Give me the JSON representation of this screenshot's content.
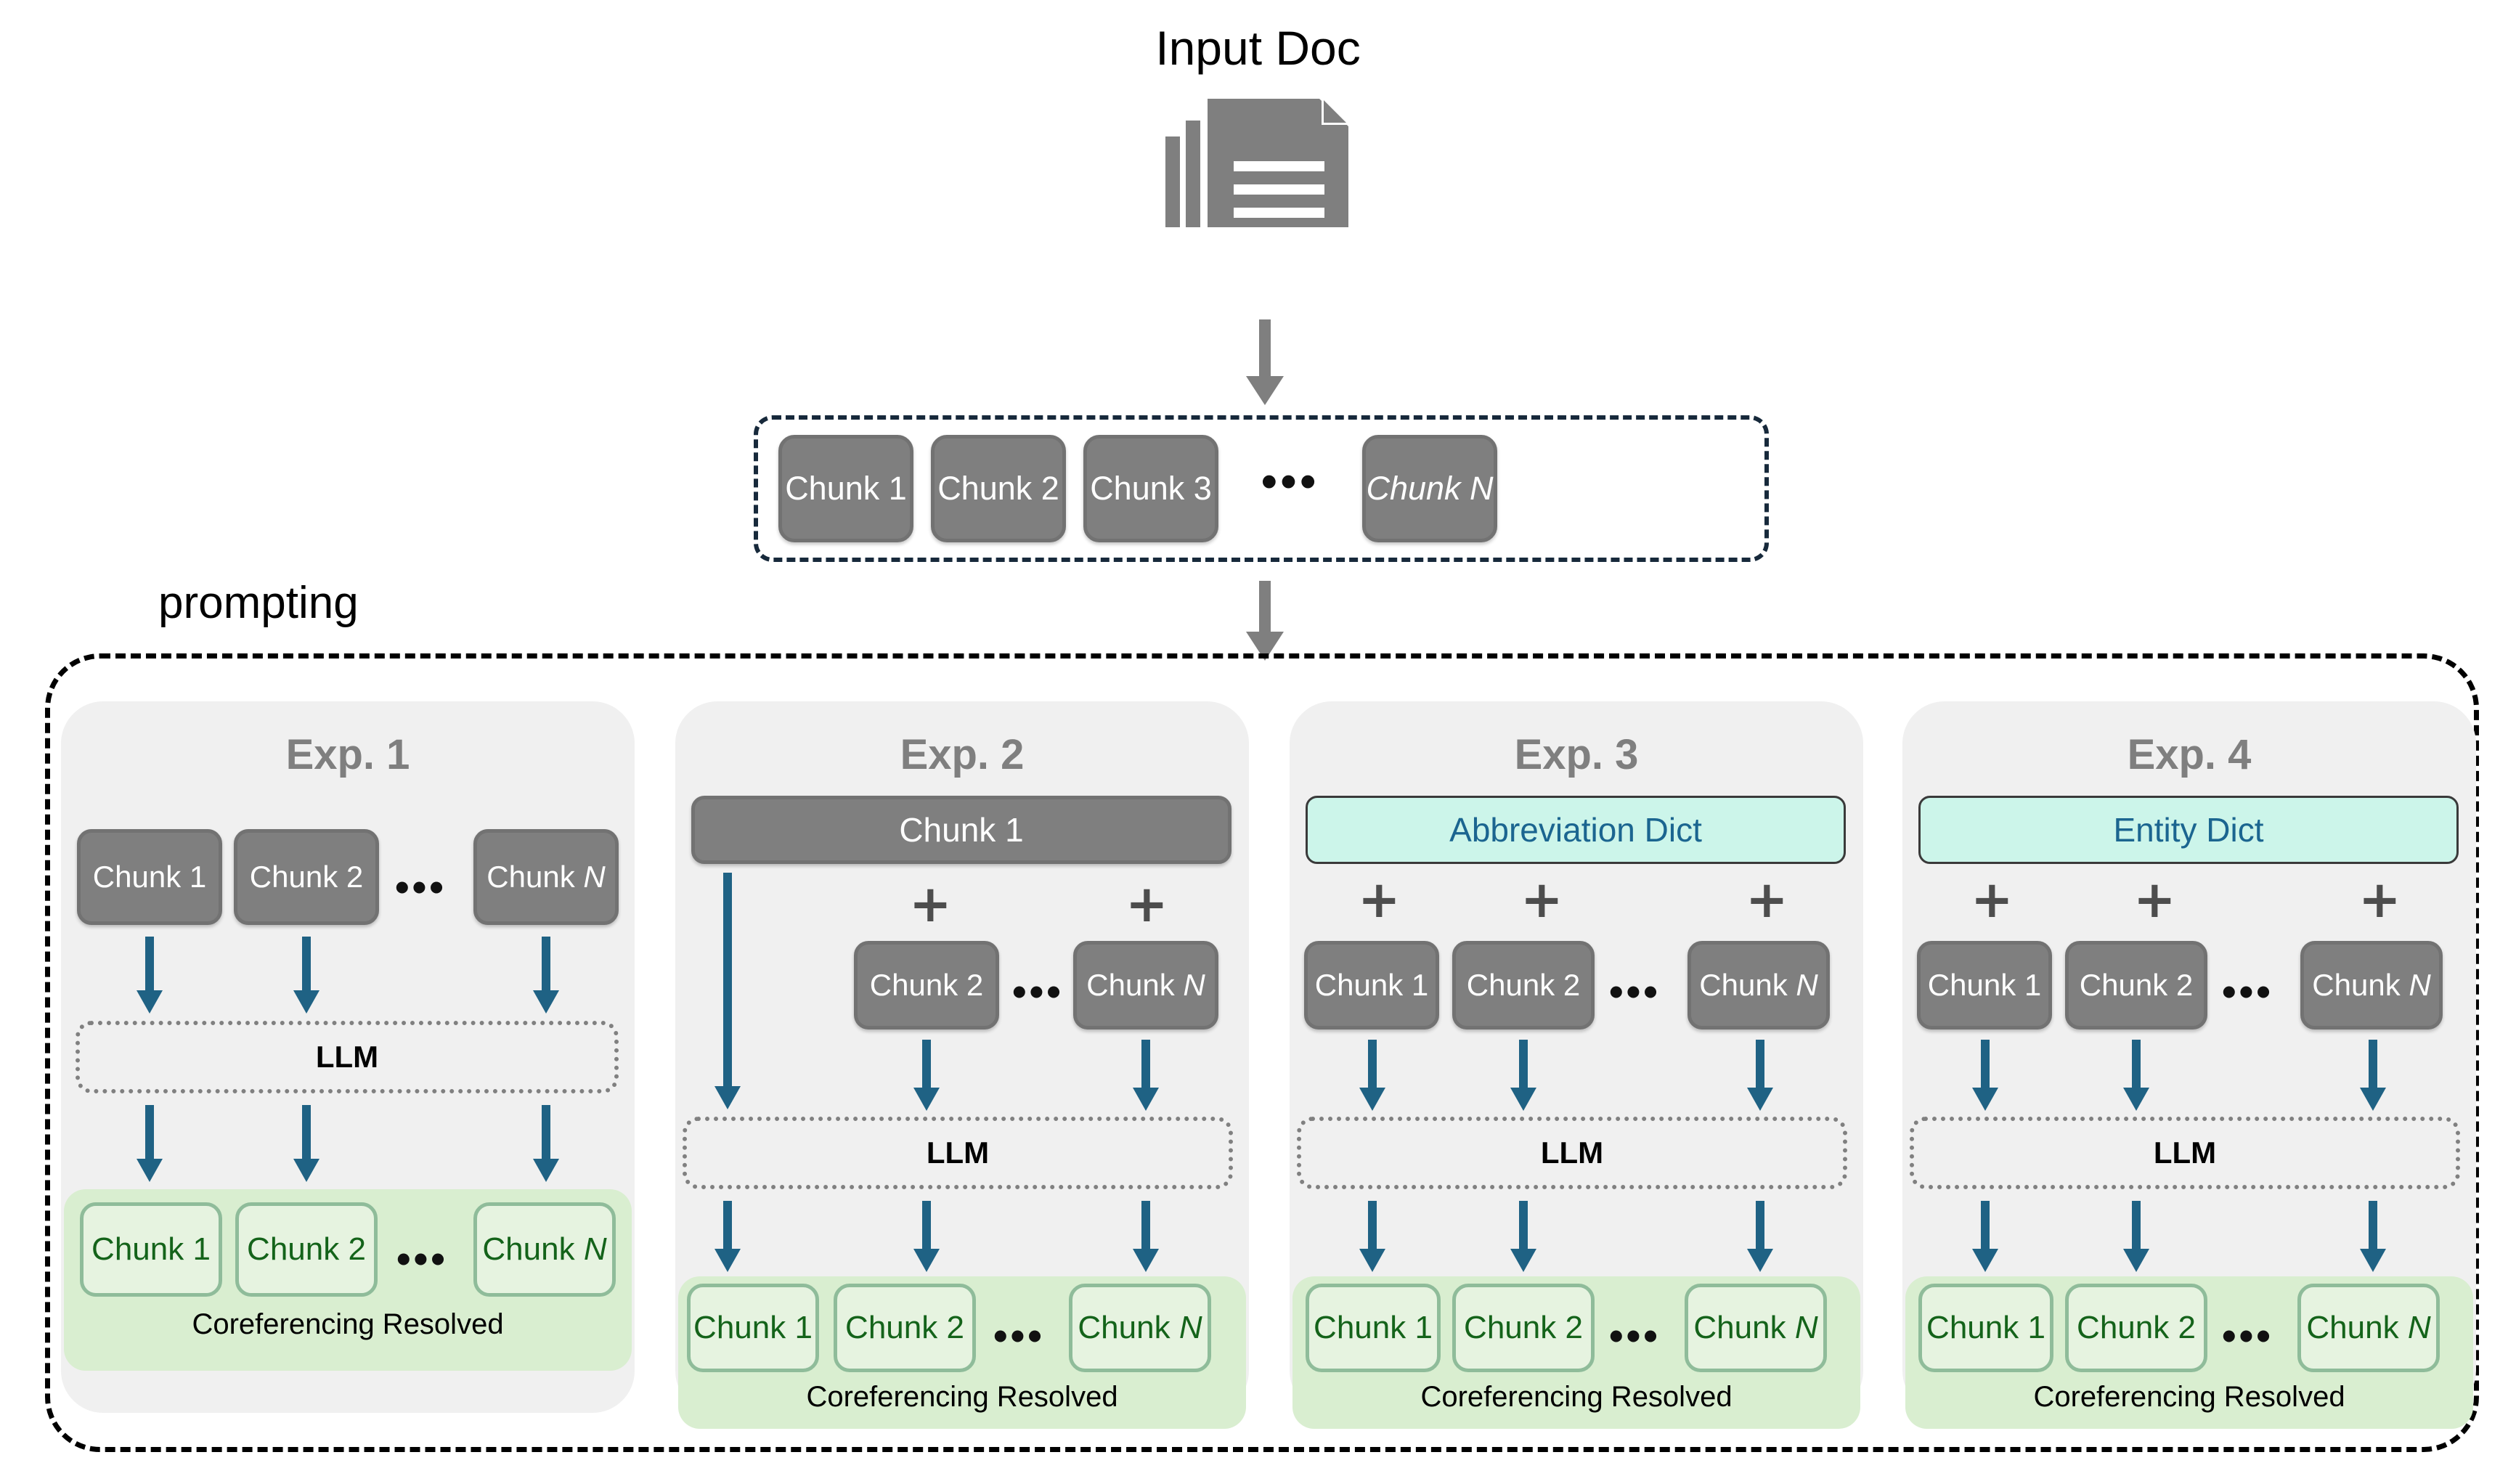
{
  "top": {
    "input_doc_label": "Input Doc",
    "doc_icon": "multi-page-document-icon",
    "arrow_color": "#7f7f7f"
  },
  "chunk_strip": {
    "chunks": [
      "Chunk 1",
      "Chunk 2",
      "Chunk 3",
      "Chunk N"
    ],
    "ellipsis": "•••",
    "border_color": "#17293b",
    "chunk_fill": "#7f7f7f"
  },
  "prompting": {
    "label": "prompting",
    "frame_border_color": "#000000"
  },
  "colors": {
    "panel_bg": "#f0f0f0",
    "chunk_gray": "#7f7f7f",
    "arrow_blue": "#1f6284",
    "arrow_gray": "#7f7f7f",
    "dict_teal": "#ccf5ea",
    "dict_text": "#1b6590",
    "green_band": "#d9eed0",
    "green_chunk": "#e6f3e0",
    "green_border": "#8fbc9a",
    "green_text": "#14631a",
    "title_gray": "#7f7f7f"
  },
  "experiments": [
    {
      "title": "Exp. 1",
      "header_type": "none",
      "header_label": "",
      "input_chunks": [
        "Chunk 1",
        "Chunk 2",
        "Chunk N"
      ],
      "ellipsis": "•••",
      "llm_label": "LLM",
      "output_chunks": [
        "Chunk 1",
        "Chunk 2",
        "Chunk N"
      ],
      "output_band_label": "Coreferencing Resolved",
      "plus_signs": []
    },
    {
      "title": "Exp. 2",
      "header_type": "chunk",
      "header_label": "Chunk 1",
      "input_chunks": [
        "Chunk 2",
        "Chunk N"
      ],
      "ellipsis": "•••",
      "llm_label": "LLM",
      "output_chunks": [
        "Chunk 1",
        "Chunk 2",
        "Chunk N"
      ],
      "output_band_label": "Coreferencing Resolved",
      "plus_signs": [
        "+",
        "+"
      ]
    },
    {
      "title": "Exp. 3",
      "header_type": "dict",
      "header_label": "Abbreviation Dict",
      "input_chunks": [
        "Chunk 1",
        "Chunk 2",
        "Chunk N"
      ],
      "ellipsis": "•••",
      "llm_label": "LLM",
      "output_chunks": [
        "Chunk 1",
        "Chunk 2",
        "Chunk N"
      ],
      "output_band_label": "Coreferencing Resolved",
      "plus_signs": [
        "+",
        "+",
        "+"
      ]
    },
    {
      "title": "Exp. 4",
      "header_type": "dict",
      "header_label": "Entity Dict",
      "input_chunks": [
        "Chunk 1",
        "Chunk 2",
        "Chunk N"
      ],
      "ellipsis": "•••",
      "llm_label": "LLM",
      "output_chunks": [
        "Chunk 1",
        "Chunk 2",
        "Chunk N"
      ],
      "output_band_label": "Coreferencing Resolved",
      "plus_signs": [
        "+",
        "+",
        "+"
      ]
    }
  ]
}
